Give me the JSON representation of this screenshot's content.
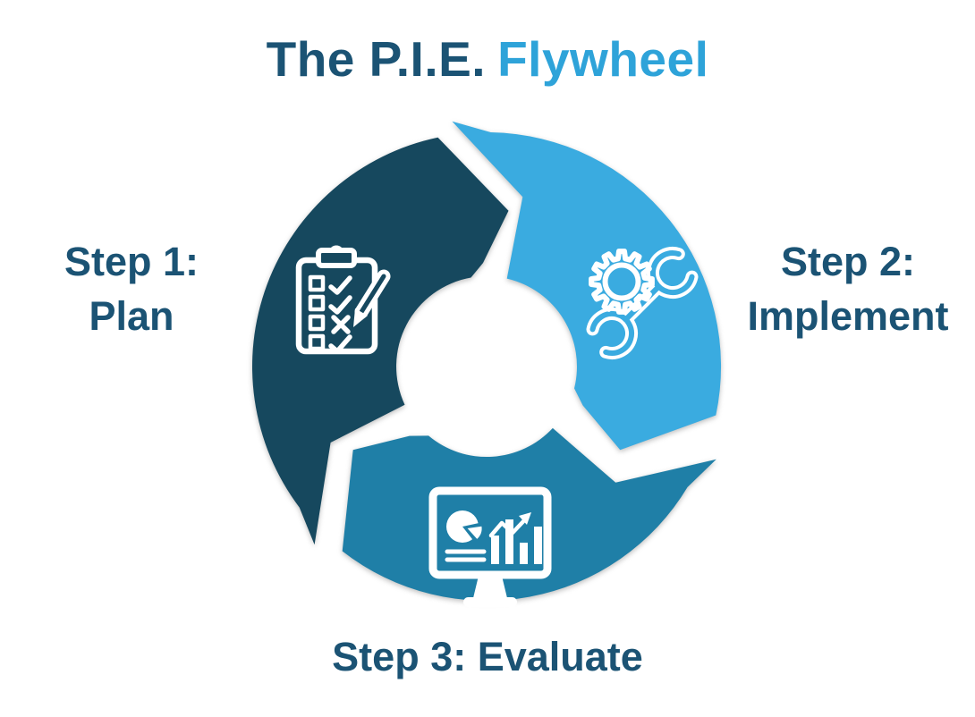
{
  "title": {
    "part1": "The P.I.E.",
    "part2": "Flywheel"
  },
  "colors": {
    "title_dark": "#1b5374",
    "title_accent": "#2ea3d9",
    "label_text": "#1b5374",
    "background": "#ffffff",
    "icon_stroke": "#ffffff"
  },
  "flywheel": {
    "direction": "clockwise",
    "segments": [
      {
        "id": "plan",
        "color": "#16485e",
        "icon": "clipboard-checklist-icon"
      },
      {
        "id": "implement",
        "color": "#3aabe0",
        "icon": "gear-wrench-icon"
      },
      {
        "id": "evaluate",
        "color": "#1f7fa7",
        "icon": "dashboard-monitor-icon"
      }
    ]
  },
  "steps": [
    {
      "step_label": "Step 1:",
      "name": "Plan"
    },
    {
      "step_label": "Step 2:",
      "name": "Implement"
    },
    {
      "step_label": "Step 3:",
      "name": "Evaluate"
    }
  ]
}
